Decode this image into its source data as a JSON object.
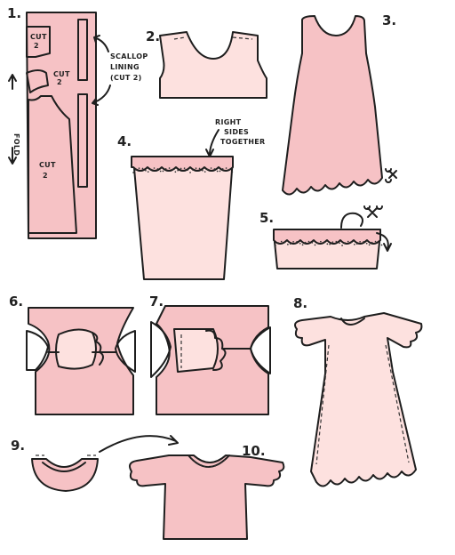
{
  "steps": [
    "1.",
    "2.",
    "3.",
    "4.",
    "5.",
    "6.",
    "7.",
    "8.",
    "9.",
    "10."
  ],
  "step1": {
    "cut_top": "CUT\n2",
    "cut_mid": "CUT\n2",
    "cut_bottom": "CUT\n2",
    "fold": "FOLD",
    "scallop": "SCALLOP\nLINING\n(CUT 2)"
  },
  "step4": {
    "note": "RIGHT\nSIDES\nTOGETHER"
  },
  "colors": {
    "fabric": "#f6c2c5",
    "lining": "#fde1df",
    "ink": "#1e1e1e"
  }
}
